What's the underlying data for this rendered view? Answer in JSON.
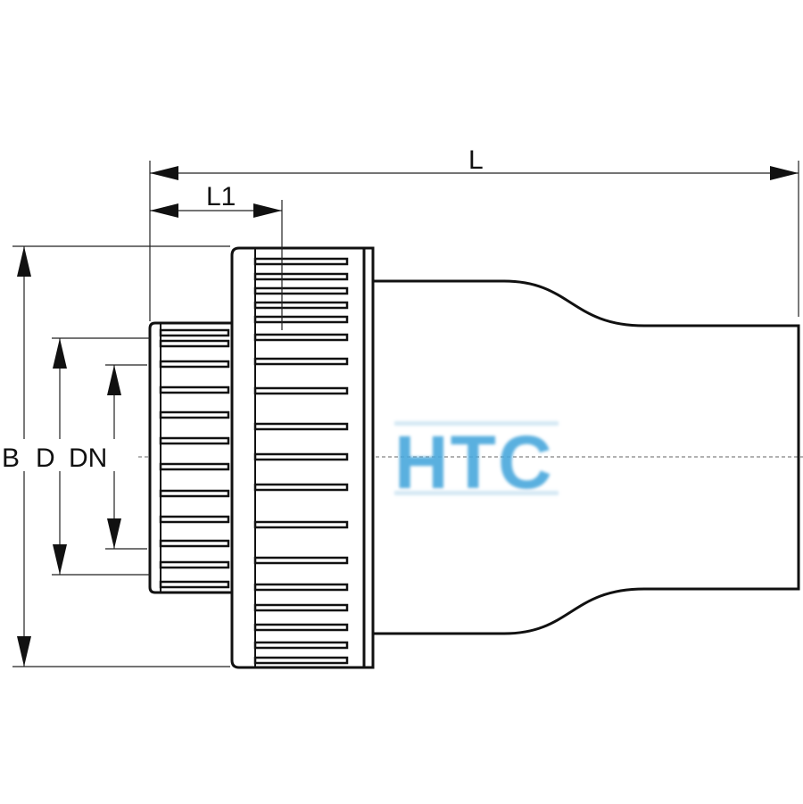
{
  "labels": {
    "length": "L",
    "socket_length": "L1",
    "outer_diameter": "B",
    "diameter": "D",
    "nominal_diameter": "DN"
  },
  "watermark": {
    "text": "HTC",
    "color": "#4aa8dc"
  },
  "colors": {
    "line": "#111111",
    "dim": "#222222",
    "center": "#666666"
  }
}
